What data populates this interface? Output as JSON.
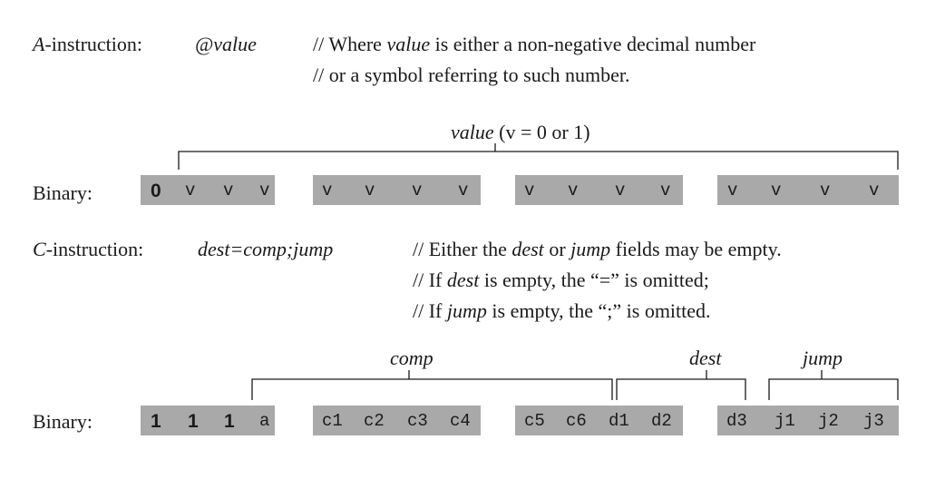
{
  "a_instruction": {
    "label_prefix": "A",
    "label_suffix": "-instruction:",
    "syntax": "@value",
    "comment_1_pre": "// Where ",
    "comment_1_em": "value",
    "comment_1_post": " is either a non-negative decimal number",
    "comment_2": "// or a symbol referring to such number.",
    "bracket_label_em": "value",
    "bracket_label_rest": " (v = 0 or 1)",
    "binary_label": "Binary:",
    "bits": [
      "0",
      "v",
      "v",
      "v",
      "v",
      "v",
      "v",
      "v",
      "v",
      "v",
      "v",
      "v",
      "v",
      "v",
      "v",
      "v"
    ]
  },
  "c_instruction": {
    "label_prefix": "C",
    "label_suffix": "-instruction:",
    "syntax": "dest=comp;jump",
    "comment_1_pre": "// Either the ",
    "comment_1_em1": "dest",
    "comment_1_mid": " or ",
    "comment_1_em2": "jump",
    "comment_1_post": " fields may be empty.",
    "comment_2_pre": "// If ",
    "comment_2_em": "dest",
    "comment_2_post": " is empty, the “=” is omitted;",
    "comment_3_pre": "// If ",
    "comment_3_em": "jump",
    "comment_3_post": " is empty, the “;” is omitted.",
    "field_comp": "comp",
    "field_dest": "dest",
    "field_jump": "jump",
    "binary_label": "Binary:",
    "bits": [
      "1",
      "1",
      "1",
      "a",
      "c1",
      "c2",
      "c3",
      "c4",
      "c5",
      "c6",
      "d1",
      "d2",
      "d3",
      "j1",
      "j2",
      "j3"
    ]
  },
  "colors": {
    "block_fill": "#a9a9a9",
    "ink": "#1a1a1a"
  }
}
